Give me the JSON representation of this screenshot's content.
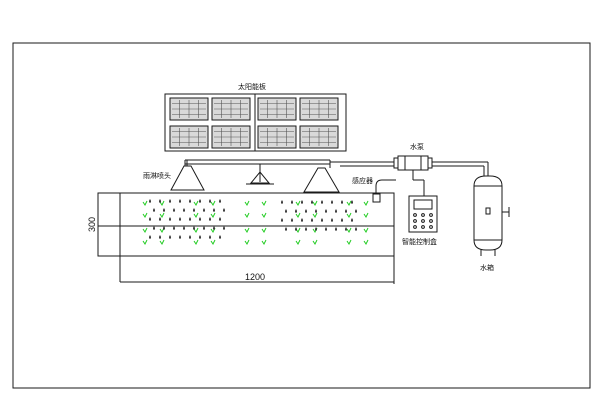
{
  "labels": {
    "solar_panel": "太阳能板",
    "water_pump": "水泵",
    "rain_nozzle": "雨淋喷头",
    "sensor": "感应器",
    "smart_control_box": "智能控制盒",
    "water_tank": "水箱"
  },
  "dimensions": {
    "width": "1200",
    "height": "300"
  },
  "colors": {
    "line": "#1a1a1a",
    "plant": "#22cc22",
    "droplet": "#333333",
    "panel_fill": "#d9d9d9"
  }
}
